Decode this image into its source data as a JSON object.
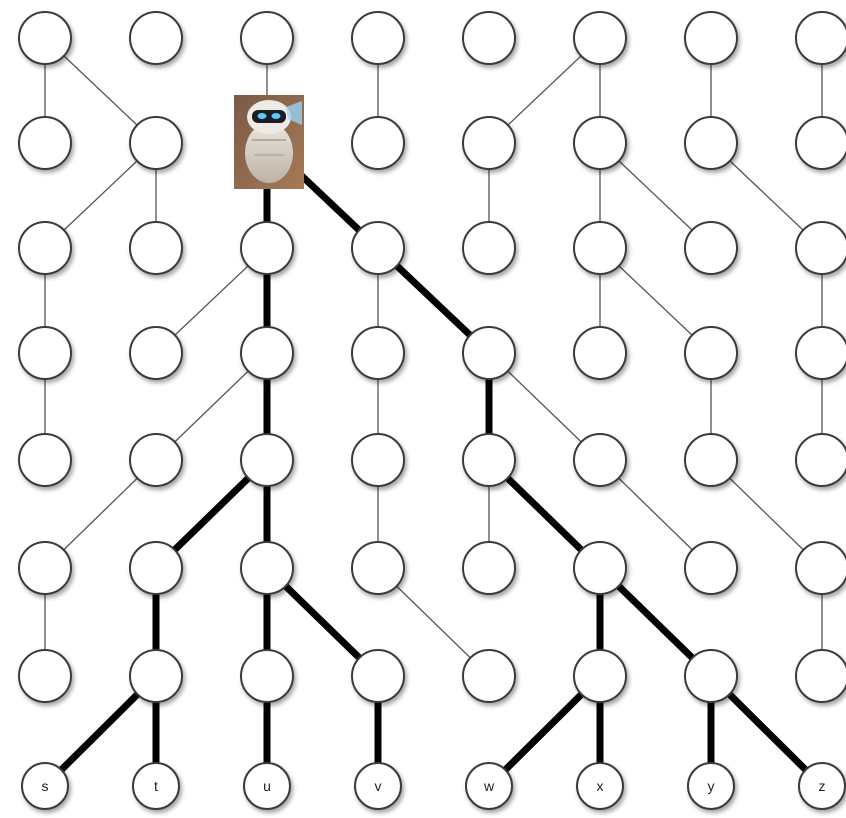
{
  "leaves": [
    "s",
    "t",
    "u",
    "v",
    "w",
    "x",
    "y",
    "z"
  ],
  "robot_icon": "robot-icon",
  "colors": {
    "path": "#000000",
    "edge": "#555555",
    "node_fill": "#ffffff",
    "node_stroke": "#3a3a3a"
  }
}
